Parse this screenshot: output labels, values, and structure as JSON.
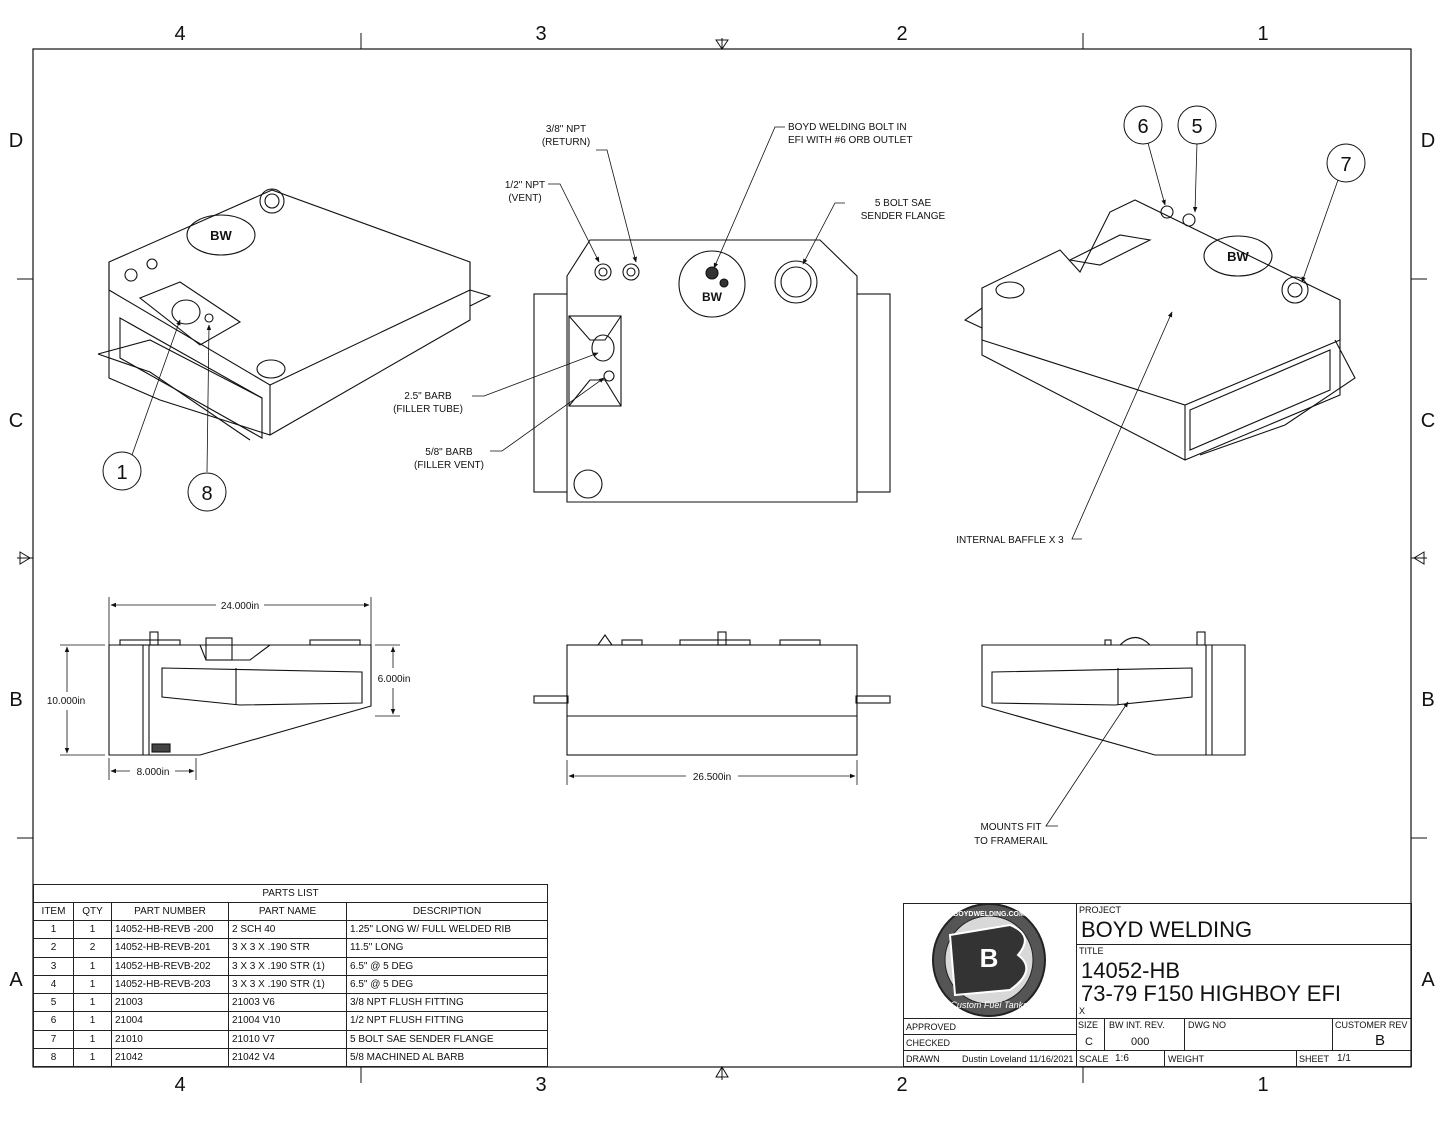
{
  "border": {
    "columns": [
      "4",
      "3",
      "2",
      "1"
    ],
    "rows": [
      "D",
      "C",
      "B",
      "A"
    ]
  },
  "callouts": {
    "npt_38": "3/8\" NPT",
    "npt_38_sub": "(RETURN)",
    "npt_12": "1/2\" NPT",
    "npt_12_sub": "(VENT)",
    "boyd_bolt": "BOYD WELDING BOLT IN",
    "boyd_bolt_sub": "EFI WITH #6 ORB OUTLET",
    "sender": "5 BOLT SAE",
    "sender_sub": "SENDER FLANGE",
    "barb25": "2.5\" BARB",
    "barb25_sub": "(FILLER TUBE)",
    "barb58": "5/8\" BARB",
    "barb58_sub": "(FILLER VENT)",
    "baffle": "INTERNAL BAFFLE X 3",
    "mounts": "MOUNTS FIT",
    "mounts_sub": "TO FRAMERAIL"
  },
  "balloons": [
    "1",
    "8",
    "6",
    "5",
    "7"
  ],
  "dimensions": {
    "width": "24.000in",
    "height": "10.000in",
    "step": "6.000in",
    "base": "8.000in",
    "mount": "26.500in"
  },
  "parts_list": {
    "title": "PARTS LIST",
    "headers": [
      "ITEM",
      "QTY",
      "PART NUMBER",
      "PART NAME",
      "DESCRIPTION"
    ],
    "rows": [
      [
        "1",
        "1",
        "14052-HB-REVB -200",
        "2 SCH 40",
        "1.25\" LONG W/ FULL WELDED RIB"
      ],
      [
        "2",
        "2",
        "14052-HB-REVB-201",
        "3 X 3 X .190 STR",
        "11.5\" LONG"
      ],
      [
        "3",
        "1",
        "14052-HB-REVB-202",
        "3 X 3 X .190 STR (1)",
        "6.5\"  @ 5 DEG"
      ],
      [
        "4",
        "1",
        "14052-HB-REVB-203",
        "3 X 3 X .190 STR  (1)",
        "6.5\" @ 5 DEG"
      ],
      [
        "5",
        "1",
        "21003",
        "21003 V6",
        "3/8 NPT FLUSH FITTING"
      ],
      [
        "6",
        "1",
        "21004",
        "21004 V10",
        "1/2 NPT FLUSH FITTING"
      ],
      [
        "7",
        "1",
        "21010",
        "21010 V7",
        "5 BOLT SAE SENDER FLANGE"
      ],
      [
        "8",
        "1",
        "21042",
        "21042 V4",
        "5/8 MACHINED AL BARB"
      ]
    ]
  },
  "title_block": {
    "project_label": "PROJECT",
    "project": "BOYD WELDING",
    "title_label": "TITLE",
    "title_line1": "14052-HB",
    "title_line2": "73-79 F150 HIGHBOY EFI",
    "title_x": "X",
    "approved": "APPROVED",
    "checked": "CHECKED",
    "drawn": "DRAWN",
    "drawn_by": "Dustin Loveland 11/16/2021",
    "size_label": "SIZE",
    "size": "C",
    "rev_label": "BW  INT. REV.",
    "rev": "000",
    "dwg_label": "DWG NO",
    "cust_label": "CUSTOMER REV",
    "cust": "B",
    "scale_label": "SCALE",
    "scale": "1:6",
    "weight_label": "WEIGHT",
    "sheet_label": "SHEET",
    "sheet": "1/1",
    "logo_text": "BOYDWELDING.COM",
    "logo_script": "Custom Fuel Tanks"
  }
}
